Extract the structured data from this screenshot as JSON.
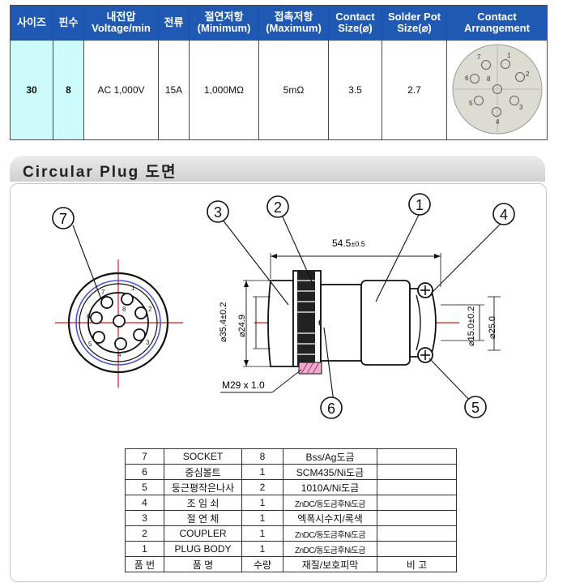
{
  "spec_table": {
    "headers": [
      {
        "line1": "사이즈",
        "line2": ""
      },
      {
        "line1": "핀수",
        "line2": ""
      },
      {
        "line1": "내전압",
        "line2": "Voltage/min"
      },
      {
        "line1": "전류",
        "line2": ""
      },
      {
        "line1": "절연저항",
        "line2": "(Minimum)"
      },
      {
        "line1": "접촉저항",
        "line2": "(Maximum)"
      },
      {
        "line1": "Contact",
        "line2": "Size(⌀)"
      },
      {
        "line1": "Solder Pot",
        "line2": "Size(⌀)"
      },
      {
        "line1": "Contact",
        "line2": "Arrangement"
      }
    ],
    "row": {
      "size": "30",
      "pins": "8",
      "voltage": "AC 1,000V",
      "current": "15A",
      "insulation": "1,000MΩ",
      "contact_resistance": "5mΩ",
      "contact_size": "3.5",
      "solder_pot": "2.7"
    },
    "arrangement_pins": [
      "1",
      "2",
      "3",
      "4",
      "5",
      "6",
      "7",
      "8"
    ]
  },
  "section_title": "Circular Plug 도면",
  "drawing": {
    "callouts": [
      "1",
      "2",
      "3",
      "4",
      "5",
      "6",
      "7"
    ],
    "dim_length": "54.5",
    "dim_length_tol": "±0.5",
    "dim_outer": "⌀35.4±0.2",
    "dim_inner": "⌀24.9",
    "dim_cable": "⌀15.0±0.2",
    "dim_body": "⌀25.0",
    "thread": "M29 x 1.0",
    "front_pins": [
      "1",
      "2",
      "3",
      "4",
      "5",
      "6",
      "7",
      "8"
    ]
  },
  "parts_list": {
    "rows": [
      {
        "no": "7",
        "name": "SOCKET",
        "qty": "8",
        "material": "Bss/Ag도금",
        "remark": ""
      },
      {
        "no": "6",
        "name": "중심볼트",
        "qty": "1",
        "material": "SCM435/Ni도금",
        "remark": ""
      },
      {
        "no": "5",
        "name": "둥근평작은나사",
        "qty": "2",
        "material": "1010A/Ni도금",
        "remark": ""
      },
      {
        "no": "4",
        "name": "조 임 쇠",
        "qty": "1",
        "material": "ZnDC/동도금후Ni도금",
        "remark": ""
      },
      {
        "no": "3",
        "name": "절 연 체",
        "qty": "1",
        "material": "엑폭시수지/록색",
        "remark": ""
      },
      {
        "no": "2",
        "name": "COUPLER",
        "qty": "1",
        "material": "ZnDC/동도금후Ni도금",
        "remark": ""
      },
      {
        "no": "1",
        "name": "PLUG BODY",
        "qty": "1",
        "material": "ZnDC/동도금후Ni도금",
        "remark": ""
      }
    ],
    "header": {
      "no": "품 번",
      "name": "품  명",
      "qty": "수량",
      "material": "재질/보호피막",
      "remark": "비  고"
    }
  }
}
